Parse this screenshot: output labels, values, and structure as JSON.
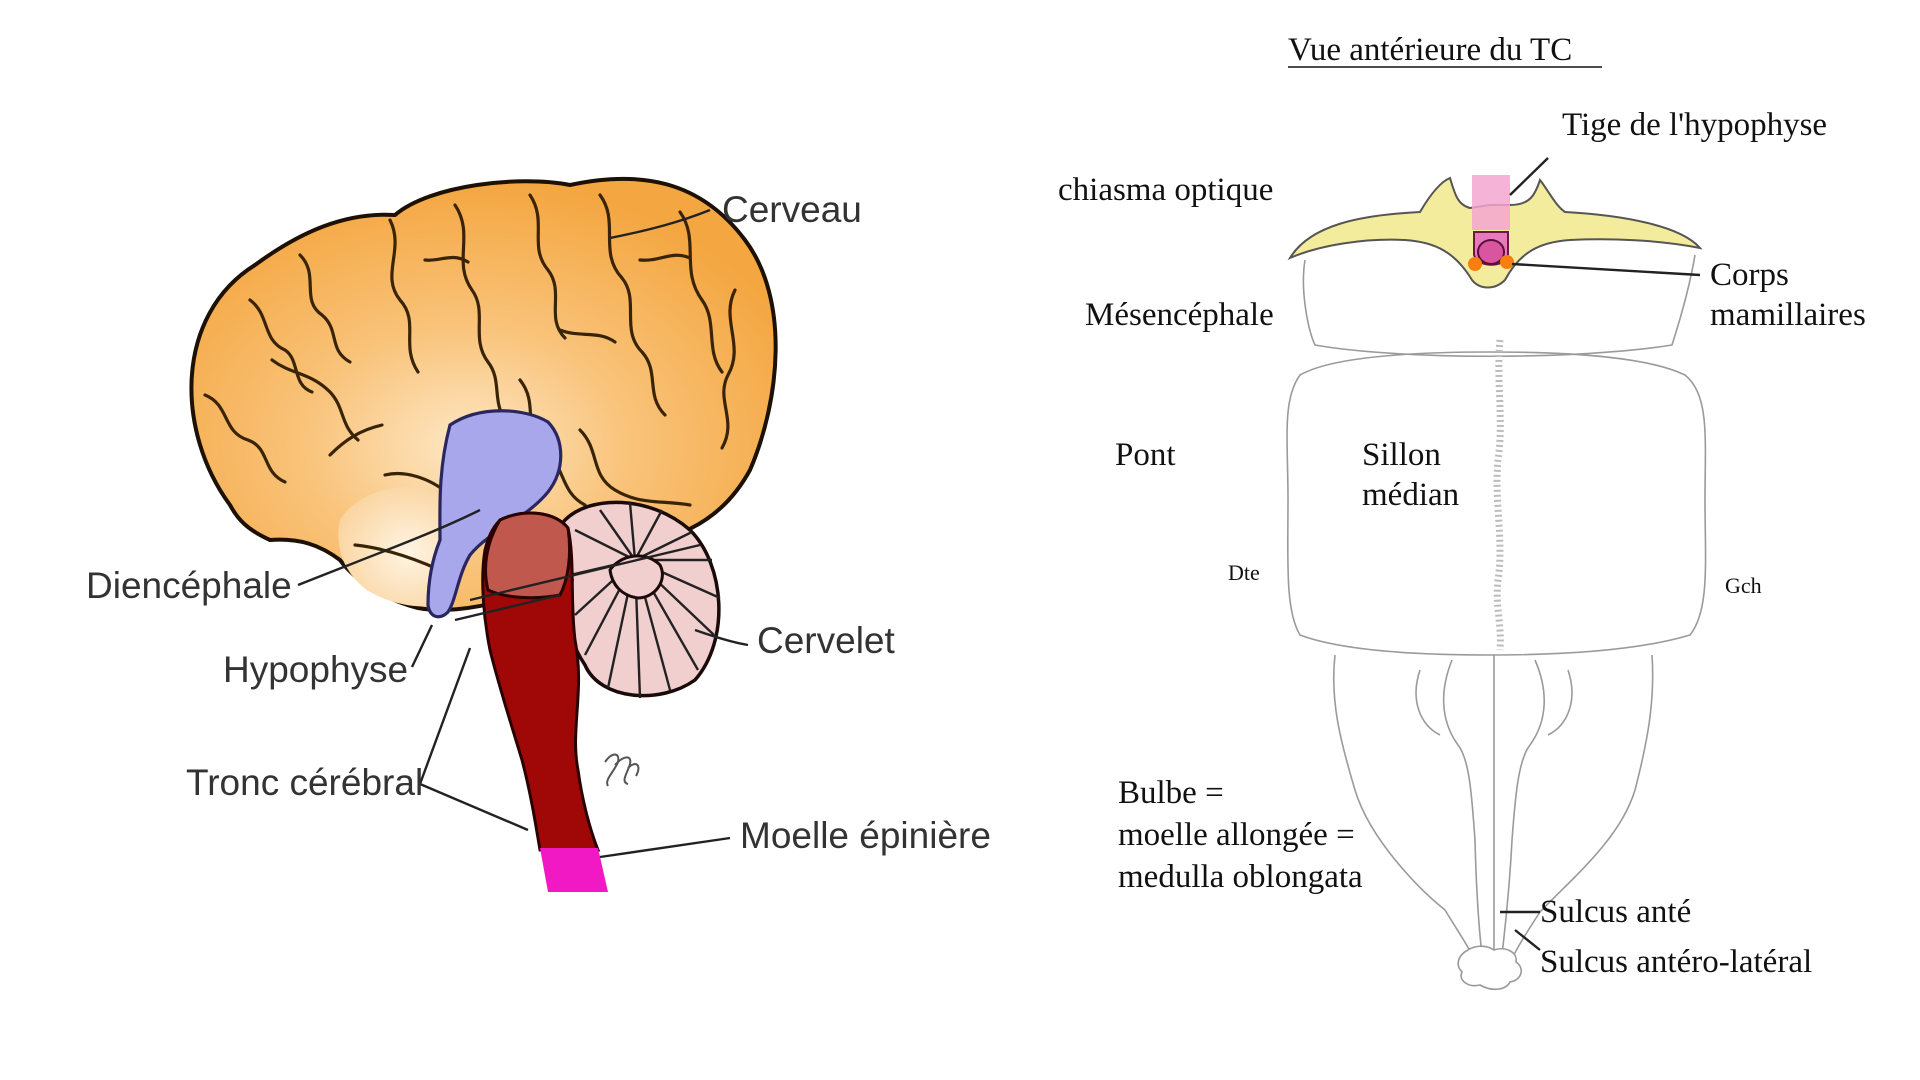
{
  "left_diagram": {
    "labels": {
      "cerveau": "Cerveau",
      "diencephale": "Diencéphale",
      "hypophyse": "Hypophyse",
      "cervelet": "Cervelet",
      "tronc": "Tronc cérébral",
      "moelle": "Moelle épinière"
    },
    "colors": {
      "cerebrum": "#f4a640",
      "cerebrum_light": "#fde7c4",
      "diencephalon": "#a9a7ec",
      "brainstem": "#a00808",
      "midbrain": "#c0584e",
      "cerebellum": "#f2cfcf",
      "spinal_cord": "#f019c4"
    }
  },
  "right_diagram": {
    "title": "Vue antérieure du TC",
    "labels": {
      "tige": "Tige de l'hypophyse",
      "chiasma": "chiasma optique",
      "corps_1": "Corps",
      "corps_2": "mamillaires",
      "mesencephale": "Mésencéphale",
      "pont": "Pont",
      "sillon_1": "Sillon",
      "sillon_2": "médian",
      "dte": "Dte",
      "gch": "Gch",
      "bulbe_1": "Bulbe =",
      "bulbe_2": "moelle allongée =",
      "bulbe_3": "medulla oblongata",
      "sulcus_ante": "Sulcus anté",
      "sulcus_antero": "Sulcus antéro-latéral"
    },
    "colors": {
      "chiasma": "#f3ec9c",
      "stalk": "#f2a6d0",
      "mamillary": "#f77f10"
    }
  }
}
